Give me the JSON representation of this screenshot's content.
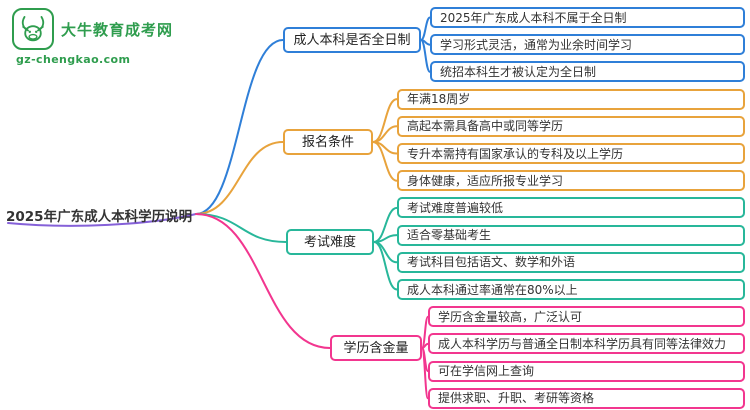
{
  "logo": {
    "title": "大牛教育成考网",
    "subtitle": "gz-chengkao.com",
    "icon": "bull-head",
    "color": "#2f9d4e"
  },
  "root": {
    "label": "2025年广东成人本科学历说明",
    "underline_color": "#8561d8"
  },
  "branches": [
    {
      "label": "成人本科是否全日制",
      "color": "#2f7fd8",
      "children": [
        "2025年广东成人本科不属于全日制",
        "学习形式灵活，通常为业余时间学习",
        "统招本科生才被认定为全日制"
      ]
    },
    {
      "label": "报名条件",
      "color": "#e8a33c",
      "children": [
        "年满18周岁",
        "高起本需具备高中或同等学历",
        "专升本需持有国家承认的专科及以上学历",
        "身体健康，适应所报专业学习"
      ]
    },
    {
      "label": "考试难度",
      "color": "#28b79a",
      "children": [
        "考试难度普遍较低",
        "适合零基础考生",
        "考试科目包括语文、数学和外语",
        "成人本科通过率通常在80%以上"
      ]
    },
    {
      "label": "学历含金量",
      "color": "#f2368f",
      "children": [
        "学历含金量较高，广泛认可",
        "成人本科学历与普通全日制本科学历具有同等法律效力",
        "可在学信网上查询",
        "提供求职、升职、考研等资格"
      ]
    }
  ]
}
